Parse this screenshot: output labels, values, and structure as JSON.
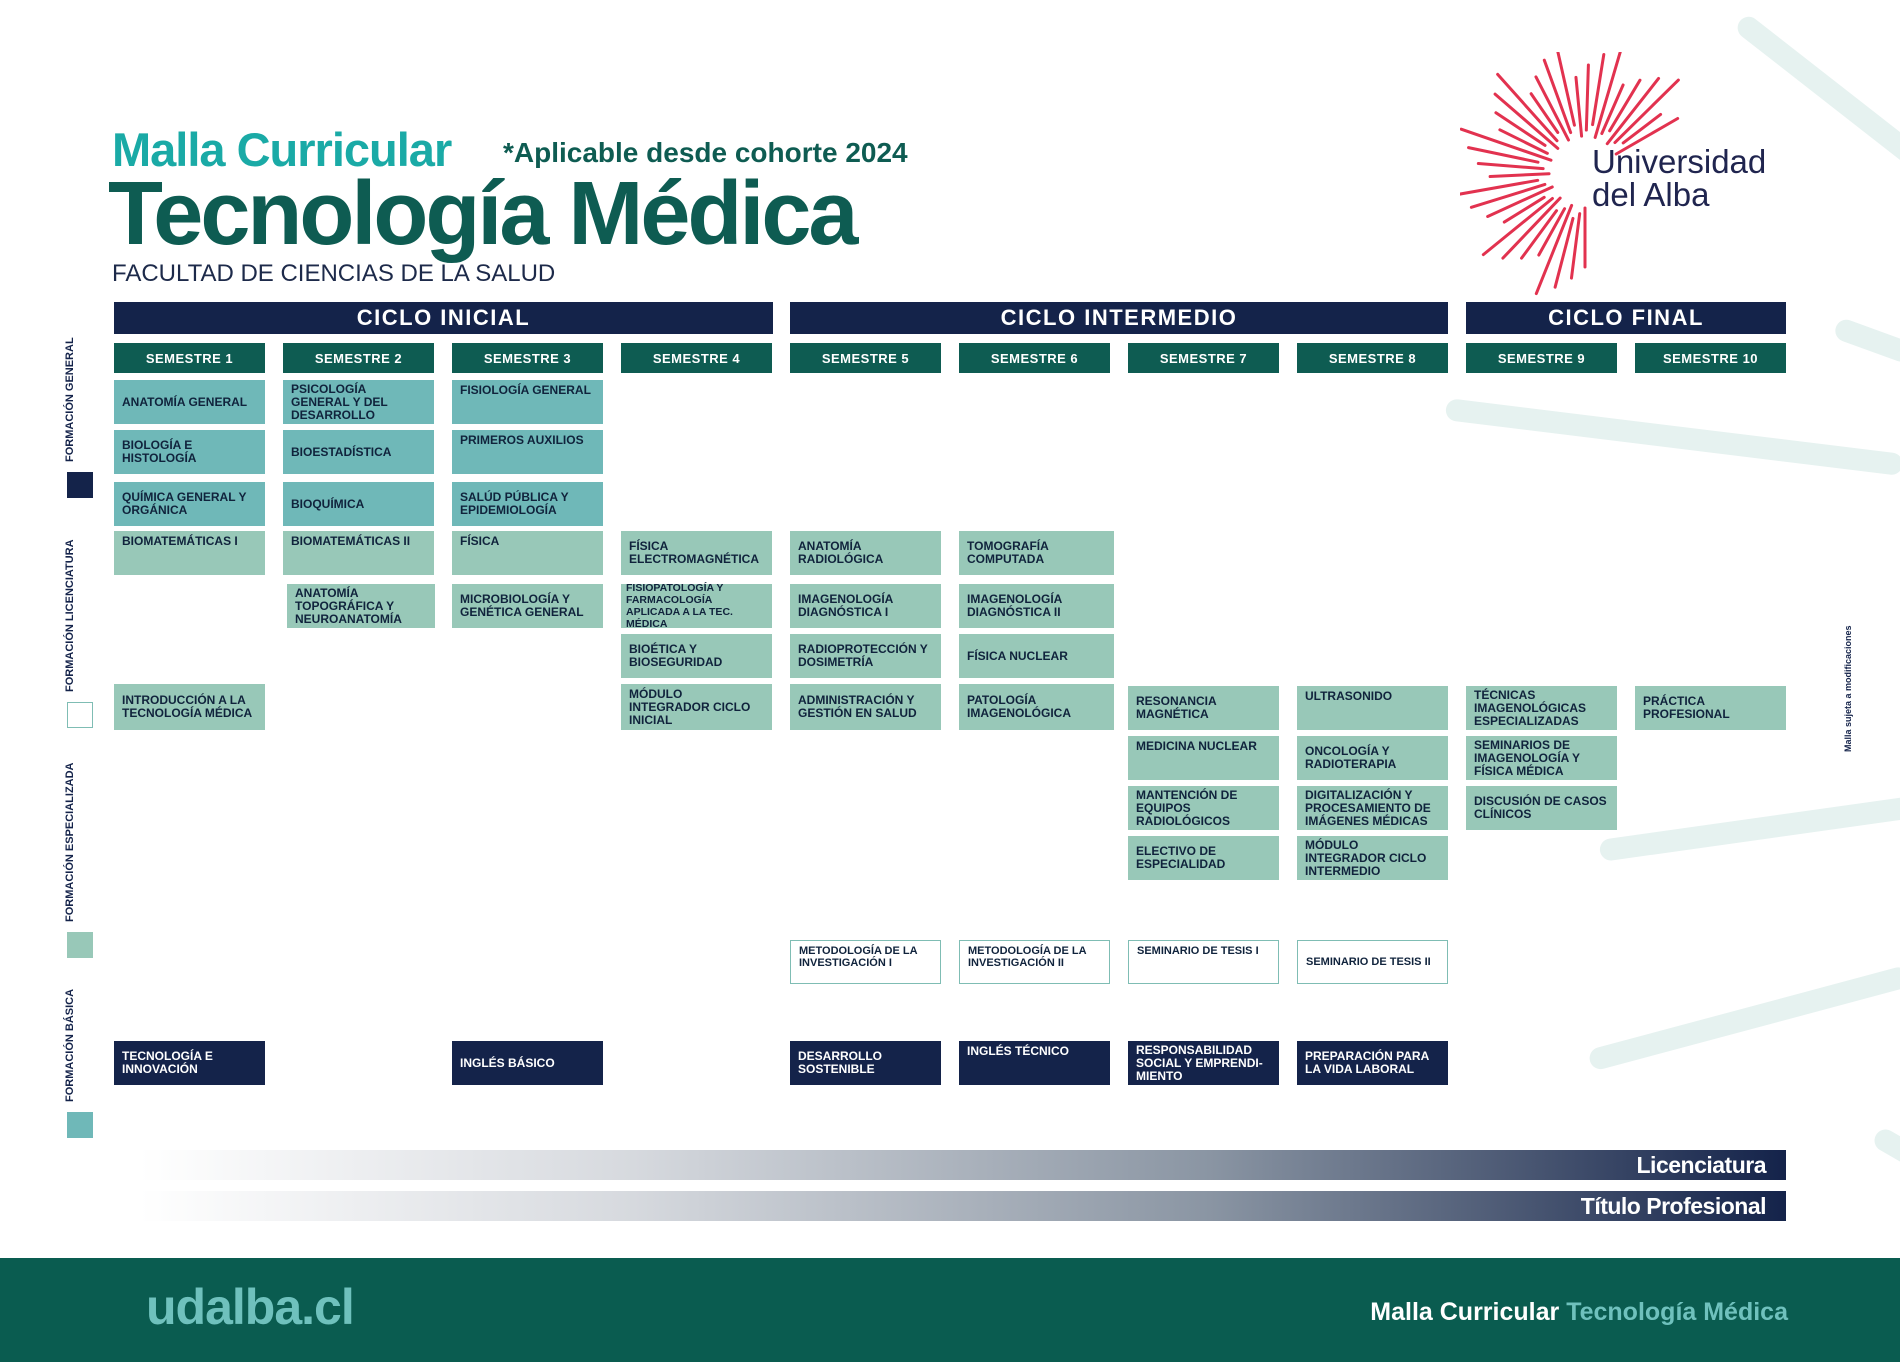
{
  "header": {
    "title_small": "Malla Curricular",
    "note": "*Aplicable desde cohorte 2024",
    "title_big": "Tecnología Médica",
    "faculty": "FACULTAD DE CIENCIAS DE LA SALUD"
  },
  "logo": {
    "line1": "Universidad",
    "line2": "del Alba",
    "icon": "sunburst-logo-icon"
  },
  "colors": {
    "primary_green": "#0e5c52",
    "accent_teal": "#1aaaa6",
    "navy": "#14234a",
    "general": "#6fb8b8",
    "especializada": "#98c8b8",
    "logo_red": "#e2324f"
  },
  "cycles": [
    "CICLO INICIAL",
    "CICLO INTERMEDIO",
    "CICLO FINAL"
  ],
  "semesters": [
    "SEMESTRE 1",
    "SEMESTRE 2",
    "SEMESTRE 3",
    "SEMESTRE 4",
    "SEMESTRE 5",
    "SEMESTRE 6",
    "SEMESTRE 7",
    "SEMESTRE 8",
    "SEMESTRE 9",
    "SEMESTRE 10"
  ],
  "legend": [
    "FORMACIÓN GENERAL",
    "FORMACIÓN LICENCIATURA",
    "FORMACIÓN ESPECIALIZADA",
    "FORMACIÓN BÁSICA"
  ],
  "courses": [
    "ANATOMÍA GENERAL",
    "BIOLOGÍA E HISTOLOGÍA",
    "QUÍMICA GENERAL Y ORGÁNICA",
    "BIOMATEMÁTICAS I",
    "INTRODUCCIÓN A LA TECNOLOGÍA MÉDICA",
    "TECNOLOGÍA E INNOVACIÓN",
    "PSICOLOGÍA GENERAL Y DEL DESARROLLO",
    "BIOESTADÍSTICA",
    "BIOQUÍMICA",
    "BIOMATEMÁTICAS II",
    "ANATOMÍA TOPOGRÁFICA Y NEUROANATOMÍA",
    "FISIOLOGÍA GENERAL",
    "PRIMEROS AUXILIOS",
    "SALÚD PÚBLICA Y EPIDEMIOLOGÍA",
    "FÍSICA",
    "MICROBIOLOGÍA Y GENÉTICA GENERAL",
    "INGLÉS BÁSICO",
    "FÍSICA ELECTROMAGNÉTICA",
    "FISIOPATOLOGÍA Y FARMACOLOGÍA APLICADA A LA TEC. MÉDICA",
    "BIOÉTICA Y BIOSEGURIDAD",
    "MÓDULO INTEGRADOR CICLO INICIAL",
    "ANATOMÍA RADIOLÓGICA",
    "IMAGENOLOGÍA DIAGNÓSTICA I",
    "RADIOPROTECCIÓN Y DOSIMETRÍA",
    "ADMINISTRACIÓN Y GESTIÓN EN SALUD",
    "METODOLOGÍA DE LA INVESTIGACIÓN I",
    "DESARROLLO SOSTENIBLE",
    "TOMOGRAFÍA COMPUTADA",
    "IMAGENOLOGÍA DIAGNÓSTICA II",
    "FÍSICA NUCLEAR",
    "PATOLOGÍA IMAGENOLÓGICA",
    "METODOLOGÍA DE LA INVESTIGACIÓN II",
    "INGLÉS TÉCNICO",
    "RESONANCIA MAGNÉTICA",
    "MEDICINA NUCLEAR",
    "MANTENCIÓN DE EQUIPOS RADIOLÓGICOS",
    "ELECTIVO DE ESPECIALIDAD",
    "SEMINARIO DE TESIS I",
    "RESPONSABILIDAD SOCIAL Y EMPRENDI-MIENTO",
    "ULTRASONIDO",
    "ONCOLOGÍA Y RADIOTERAPIA",
    "DIGITALIZACIÓN Y PROCESAMIENTO DE IMÁGENES MÉDICAS",
    "MÓDULO INTEGRADOR CICLO INTERMEDIO",
    "SEMINARIO DE TESIS II",
    "PREPARACIÓN PARA LA VIDA LABORAL",
    "TÉCNICAS IMAGENOLÓGICAS ESPECIALIZADAS",
    "SEMINARIOS DE IMAGENOLOGÍA Y FÍSICA MÉDICA",
    "DISCUSIÓN DE CASOS CLÍNICOS",
    "PRÁCTICA PROFESIONAL"
  ],
  "side_note": "Malla sujeta a modificaciones",
  "degrees": {
    "licenciatura": "Licenciatura",
    "titulo": "Título Profesional"
  },
  "footer": {
    "url": "udalba.cl",
    "right_a": "Malla Curricular",
    "right_b": "Tecnología Médica"
  }
}
